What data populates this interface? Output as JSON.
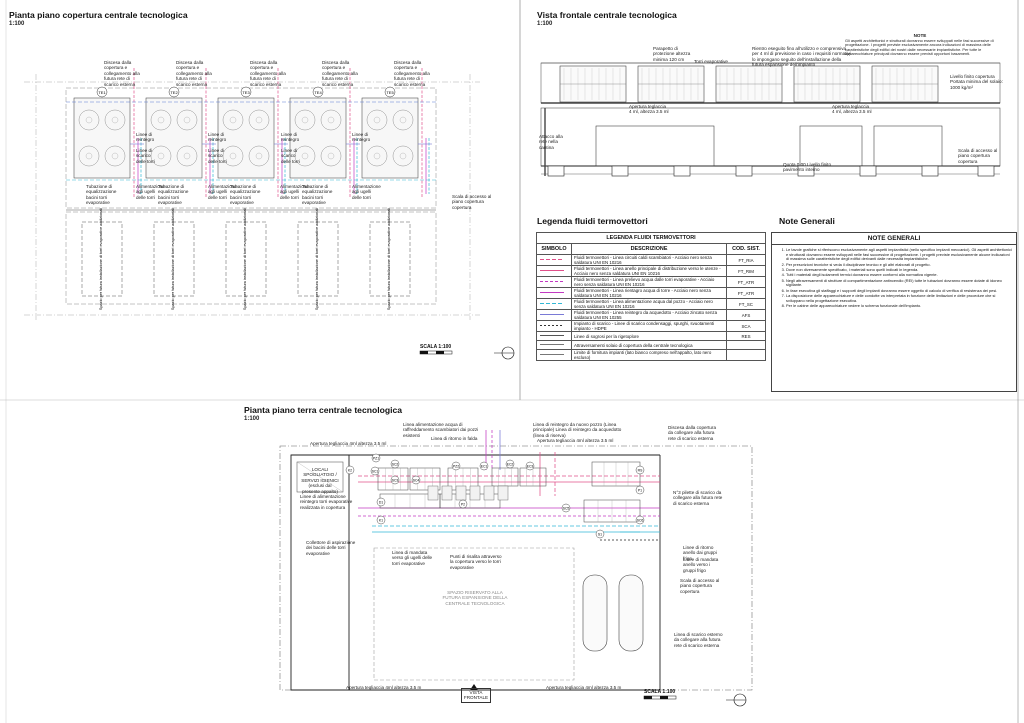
{
  "titles": {
    "roof_plan": "Pianta piano copertura centrale tecnologica",
    "roof_scale": "1:100",
    "front_view": "Vista frontale centrale tecnologica",
    "front_scale": "1:100",
    "ground_plan": "Pianta piano terra centrale tecnologica",
    "ground_scale": "1:100",
    "legend_title": "Legenda fluidi termovettori",
    "notes_title": "Note Generali"
  },
  "roof": {
    "tower_tags": [
      "TE1",
      "TE2",
      "TE3",
      "TE4",
      "TE5"
    ],
    "top_note": "Discesa dalla copertura e collegamento alla futura rete di scarico esterna",
    "mid_label_1": "Linee di reintegro",
    "mid_label_2": "Linee di scarico delle torri",
    "bottom_label_1": "Tubazione di equalizzazione bacini torri evaporative",
    "bottom_label_2": "Alimentazione agli ugelli delle torri",
    "space_label": "Spazio per futura installazione di torri evaporative addizionali",
    "stair_note": "Scala di accesso al piano copertura copertura",
    "scale_label": "SCALA 1:100"
  },
  "front": {
    "note_parapet": "Parapetto di protezione altezza minima 120 cm",
    "note_towers": "Torri evaporative",
    "note_steel": "Rientro eseguito fino all'utilizzo e comprensiva per 4 ml di previsione in caso i requisiti normativi lo impongano seguito dell'installazione della futura espansione dell'impianto",
    "note_level": "Livello finito copertura Portata minima del solaio: 1000 kg/m²",
    "note_wall": "Attacco alla rete nella cantina",
    "note_opening_1": "Apertura teglaccia 4 ml, altezza 3.5 ml",
    "note_opening_2": "Apertura teglaccia 4 ml, altezza 3.5 ml",
    "note_quota": "Quota 0.00 Livello finito pavimento interno",
    "note_stair": "Scala di accesso al piano copertura copertura",
    "note_heading": "NOTE",
    "note_text": "Gli aspetti architettonici e strutturali dovranno essere sviluppati nelle fasi successive di progettazione. I progetti previste esclusivamente ancora indicazioni di massima delle caratteristiche degli edifici dei nostri dalle necessarie impiantistiche. Per tutte le apparecchiature principali dovranno essere previsti opportuni basamenti."
  },
  "legend": {
    "header": "LEGENDA FLUIDI TERMOVETTORI",
    "columns": [
      "SIMBOLO",
      "DESCRIZIONE",
      "COD. SIST."
    ],
    "rows": [
      {
        "color": "#e0508a",
        "dash": "4,2",
        "desc": "Fluidi termovettori - Linea circuiti caldi scambiatori - Acciaio nero senza saldatura UNI EN 10216",
        "code": "FT_RIA"
      },
      {
        "color": "#e0508a",
        "dash": "",
        "desc": "Fluidi termovettori - Linea anello principale di distribuzione verso le utenze - Acciaio nero senza saldatura UNI EN 10216",
        "code": "FT_RIM"
      },
      {
        "color": "#c23ac2",
        "dash": "3,2",
        "desc": "Fluidi termovettori - Linea prelievo acqua dalle torri evaporative - Acciaio nero senza saldatura UNI EN 10216",
        "code": "FT_ATR"
      },
      {
        "color": "#c23ac2",
        "dash": "",
        "desc": "Fluidi termovettori - Linea rientagro acqua di torre - Acciaio nero senza saldatura UNI EN 10216",
        "code": "FT_ATR"
      },
      {
        "color": "#33b8d6",
        "dash": "4,2",
        "desc": "Fluidi termovettori - Linea alimentazione acqua dal pozzo - Acciaio nero senza saldatura UNI EN 10216",
        "code": "FT_SC"
      },
      {
        "color": "#7a7ad6",
        "dash": "",
        "desc": "Fluidi termovettori - Linea reintegro da acquedotto - Acciaio zincato senza saldatura UNI EN 10255",
        "code": "AFS"
      },
      {
        "color": "#333333",
        "dash": "2,2",
        "desc": "Impianto di scarico - Linee di scarico condensaggi, spurghi, svuotamenti impianto - HDPE",
        "code": "SCA"
      },
      {
        "color": "#555555",
        "dash": "",
        "desc": "Linee di sogrosi per la rigetoplore",
        "code": "RES"
      },
      {
        "color": "#777777",
        "dash": "",
        "desc": "Attraversamenti solaio di copertura della centrale tecnologica",
        "code": ""
      },
      {
        "color": "#777777",
        "dash": "",
        "desc": "Limite di fornitura impianti (lato bianco compreso nell'appalto, lato nero escluso)",
        "code": ""
      }
    ]
  },
  "notes": {
    "header": "NOTE GENERALI",
    "items": [
      "Le tavole grafiche si riferiscono esclusivamente agli aspetti impiantistici (nello specifico impianti meccanici). Gli aspetti architettonici e strutturali dovranno essere sviluppati nelle fasi successive di progettazione. I progetti previste esclusivamente alcune indicazioni di massima sulle caratteristiche degli edifici derivanti dalle necessità impiantistiche.",
      "Per prescrizioni tecniche si veda il disciplinare tecnico e gli altri elaborati di progetto.",
      "Dove non diversamente specificato, i materiali sono quelli indicati in legenda.",
      "Tutti i materiali degli isolamenti termici dovranno essere conformi alla normativa vigente.",
      "Negli attraversamenti di strutture di compartimentazione antincendio (REI) tutte le tubazioni dovranno essere dotate di idoneo sigillante.",
      "In fase esecutiva gli staffaggi e i supporti degli impianti dovranno essere oggetto di calcolo di verifica di resistenza dei pesi.",
      "La disposizione delle apparecchiature e delle condotte va interpretata in funzione delle limitazioni e delle procedure che si sviluppano nella progettazione esecutiva.",
      "Per le cabine delle apparecchiature vedere lo schema funzionale dell'impianto."
    ]
  },
  "ground": {
    "room_label": "LOCALI SPOGLIATOIO / SERVIZI IGIENICI (esclusi dal presente appalto)",
    "future_area": "SPAZIO RISERVATO ALLA FUTURA ESPANSIONE DELLA CENTRALE TECNOLOGICA",
    "tags": [
      "SC1",
      "SC2",
      "SC3",
      "SC4",
      "PZ1",
      "PZ2",
      "EC1",
      "EC2",
      "EC3",
      "RS",
      "P1",
      "P2",
      "D1",
      "S1",
      "S2",
      "GW",
      "SC5",
      "SC6",
      "K1",
      "K2"
    ],
    "note_supply": "Linea alimentazione acqua di raffreddamento scambiatori dai pozzi esistenti",
    "note_returns": "Linea di ritorno in falda",
    "note_reintegro": "Linea di reintegro da nuovo pozzo (Linea principale) Linea di reintegro da acquedotto (linea di riserva)",
    "note_opening_top_left": "Apertura tegliaccia 4ml altezza 3.5 ml",
    "note_opening_top_right": "Apertura tegliaccia 4ml altezza 3.5 ml",
    "note_discharge": "Discesa dalla copertura da collegare alla futura rete di scarico esterna",
    "note_feed_towers": "Linee di alimentazione reintegro torri evaporative realizzata in copertura",
    "note_collector": "Collettore di aspirazione dei bacini delle torri evaporative",
    "note_delivery": "Linea di mandata verso gli ugelli delle torri evaporative",
    "note_return_towers": "Punti di risalita attraverso la copertura verso le torri evaporative",
    "note_pipe_right": "N°3 pilette di scarico da collegare alla futura rete di scarico esterna",
    "note_return_ring": "Linee di ritorno anello dai gruppi frigo",
    "note_delivery_ring": "Linee di mandata anello verso i gruppi frigo",
    "note_stair": "Scala di accesso al piano copertura copertura",
    "note_drain_ext": "Linea di scarico esterno da collegare alla futura rete di scarico esterna",
    "note_opening_bottom_left": "Apertura tegliaccia 4ml altezza 3.5 m",
    "note_opening_bottom_right": "Apertura tegliaccia 4ml altezza 3.5 m",
    "view_marker": "VISTA FRONTALE",
    "scale_label": "SCALA 1:100"
  }
}
